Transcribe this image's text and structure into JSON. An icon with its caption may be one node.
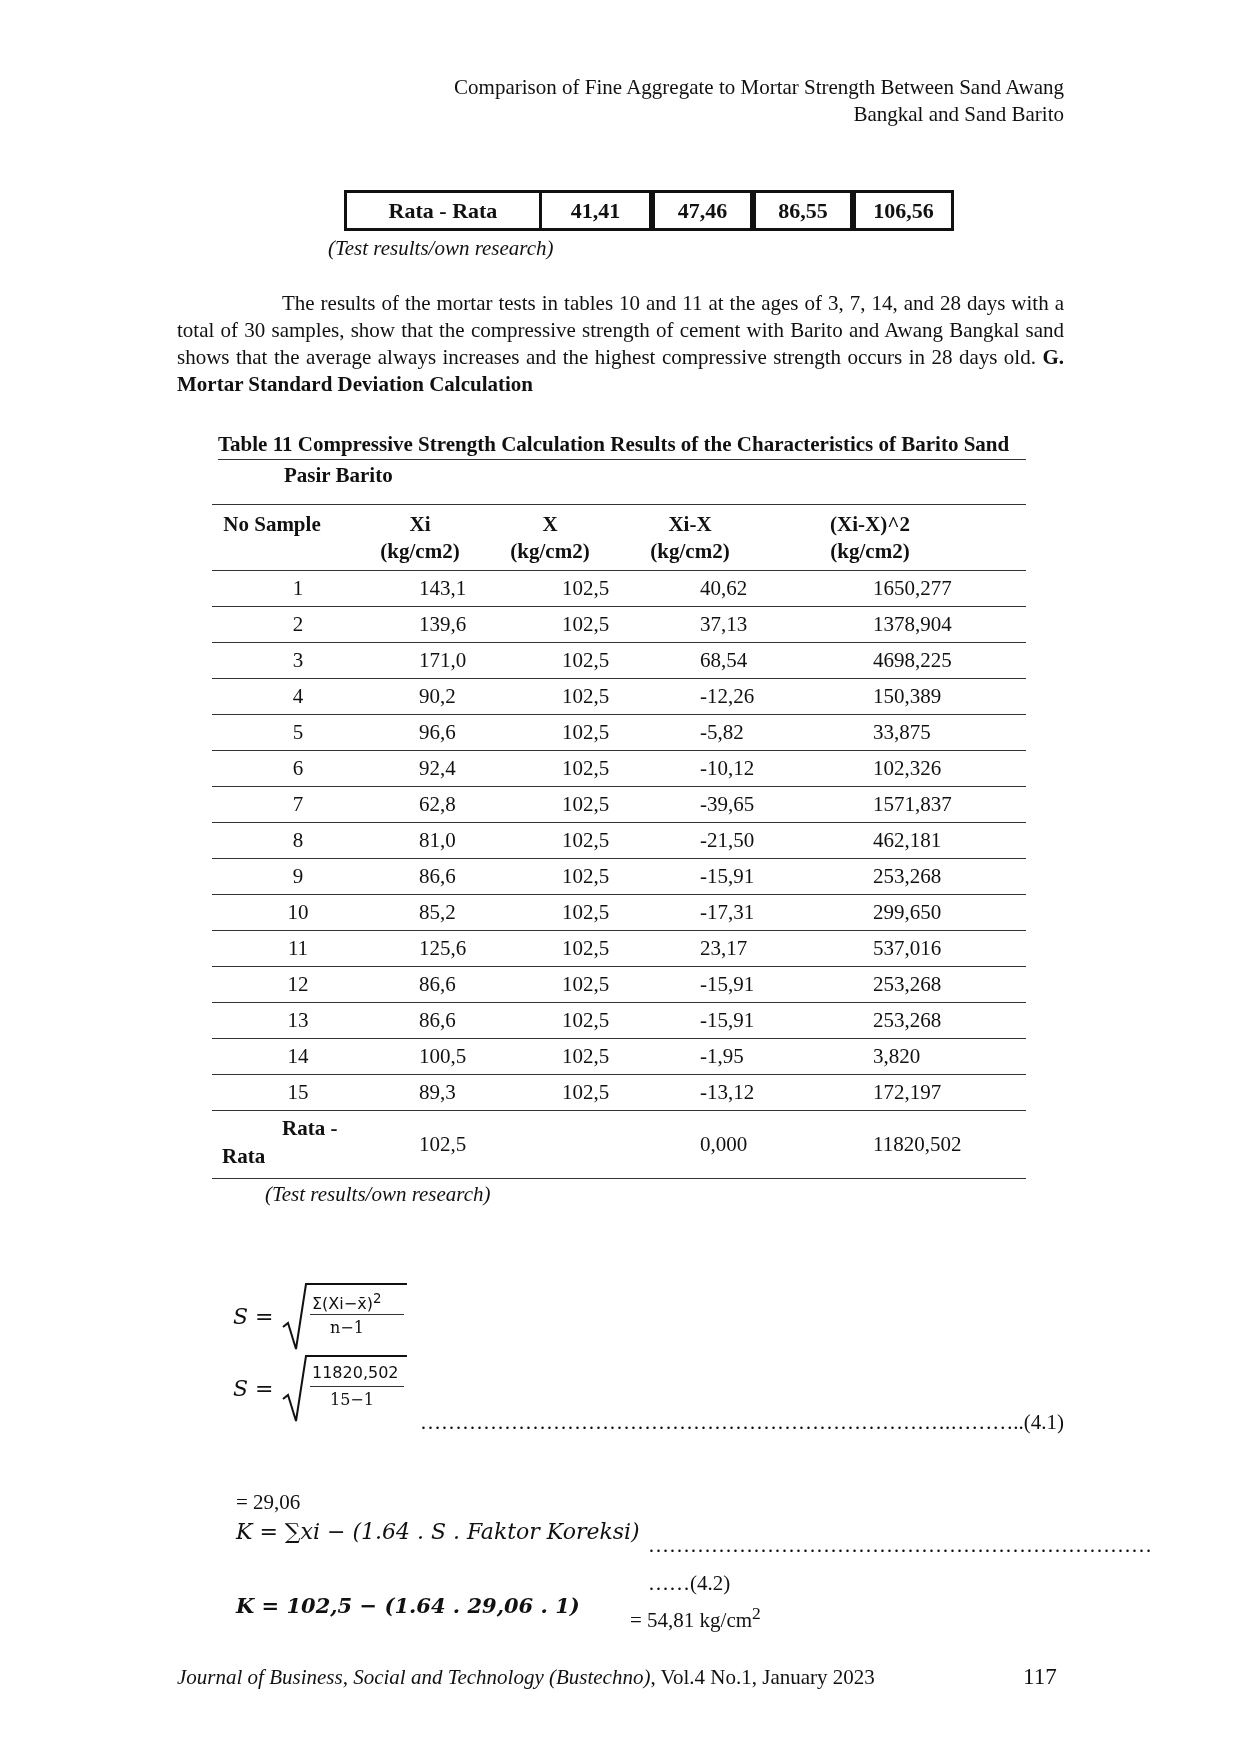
{
  "diagram": {
    "labels": [
      "Comparison of Fine Aggregate to Mortar Strength Between Sand Awang Bangkal and Sand Barito",
      "Rata - Rata",
      "41,41",
      "47,46",
      "86,55",
      "106,56",
      "(Test results/own research)",
      "The results of the mortar tests in tables 10 and 11 at the ages of 3, 7, 14, and 28 days with a total of 30 samples, show that the compressive strength of cement with Barito and Awang Bangkal sand shows that the average always increases and the highest compressive strength occurs in 28 days old. **G. Mortar Standard Deviation Calculation**",
      "Table 11 Compressive Strength Calculation Results of the Characteristics of Barito Sand",
      "Pasir Barito",
      "No Sample",
      "Xi (kg/cm2)",
      "X (kg/cm2)",
      "Xi-X (kg/cm2)",
      "(Xi-X)^2 (kg/cm2)",
      "1",
      "143,1",
      "102,5",
      "40,62",
      "1650,277",
      "2",
      "139,6",
      "102,5",
      "37,13",
      "1378,904",
      "3",
      "171,0",
      "102,5",
      "68,54",
      "4698,225",
      "4",
      "90,2",
      "102,5",
      "-12,26",
      "150,389",
      "5",
      "96,6",
      "102,5",
      "-5,82",
      "33,875",
      "6",
      "92,4",
      "102,5",
      "-10,12",
      "102,326",
      "7",
      "62,8",
      "102,5",
      "-39,65",
      "1571,837",
      "8",
      "81,0",
      "102,5",
      "-21,50",
      "462,181",
      "9",
      "86,6",
      "102,5",
      "-15,91",
      "253,268",
      "10",
      "85,2",
      "102,5",
      "-17,31",
      "299,650",
      "11",
      "125,6",
      "102,5",
      "23,17",
      "537,016",
      "12",
      "86,6",
      "102,5",
      "-15,91",
      "253,268",
      "13",
      "86,6",
      "102,5",
      "-15,91",
      "253,268",
      "14",
      "100,5",
      "102,5",
      "-1,95",
      "3,820",
      "15",
      "89,3",
      "102,5",
      "-13,12",
      "172,197",
      "Rata - Rata",
      "102,5",
      "0,000",
      "11820,502",
      "(Test results/own research)",
      "S =",
      "Σ(Xi−x̄)$^{2}$",
      "n−1",
      "S =",
      "11820,502",
      "15−1",
      "………………………………………………………………….………..(4.1)",
      "= 29,06",
      "K = ∑xi − (1.64 . S . Faktor Koreksi)",
      "……………………………………………………………… ……(4.2)",
      "K = 102,5 − (1.64 . 29,06 . 1)",
      "= 54,81 kg/cm$^{2}$",
      "*Journal of Business, Social and Technology (Bustechno)*, Vol.4 No.1, January 2023",
      "117"
    ]
  }
}
